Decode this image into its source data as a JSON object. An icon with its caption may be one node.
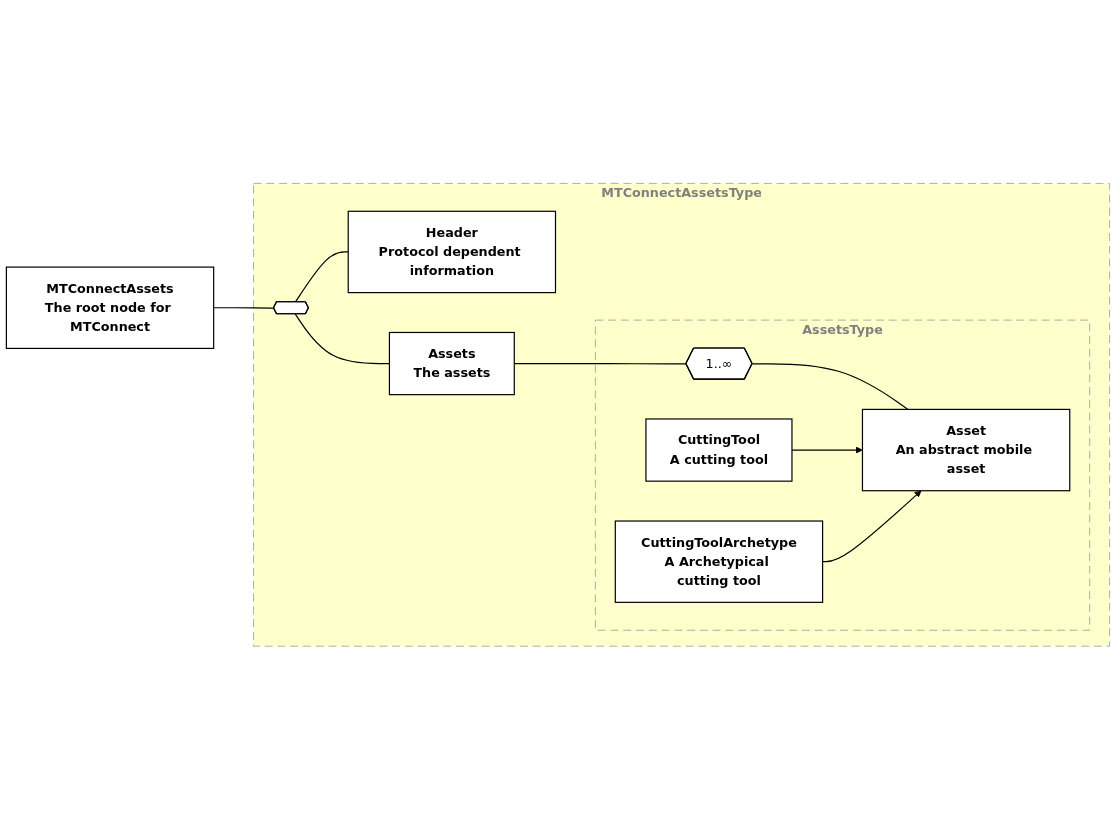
{
  "diagram": {
    "nodes": [
      {
        "text": [
          "MTConnectAssets",
          "The root node for MTConnect"
        ]
      },
      {
        "text": [
          "MTConnectAssetsType"
        ]
      },
      {
        "text": [],
        "shape": "hexagon",
        "in": 1
      },
      {
        "text": [
          "Header",
          "Protocol dependent information"
        ],
        "in": 1
      },
      {
        "text": [
          "Assets",
          "The assets"
        ],
        "in": 1
      },
      {
        "text": [
          "AssetsType"
        ],
        "in": 1
      },
      {
        "text": [
          "1..∞"
        ],
        "in": 5
      },
      {
        "text": [
          "Asset",
          "An abstract mobile asset"
        ],
        "in": 5
      },
      {
        "text": [
          "CuttingTool",
          "A cutting tool"
        ],
        "in": 5
      },
      {
        "text": [
          "CuttingToolArchetype",
          "A Archetypical cutting tool"
        ],
        "in": 5
      }
    ],
    "edges": [
      {
        "from": 0,
        "to": 2,
        "arrow": "none"
      },
      {
        "from": 2,
        "to": 3,
        "arrow": "none"
      },
      {
        "from": 2,
        "to": 4,
        "arrow": "none"
      },
      {
        "from": 4,
        "to": 6,
        "arrow": "none"
      },
      {
        "from": 6,
        "to": 7,
        "arrow": "none"
      },
      {
        "from": 8,
        "to": 7,
        "arrow": "to"
      },
      {
        "from": 9,
        "to": 7,
        "arrow": "to"
      }
    ]
  }
}
